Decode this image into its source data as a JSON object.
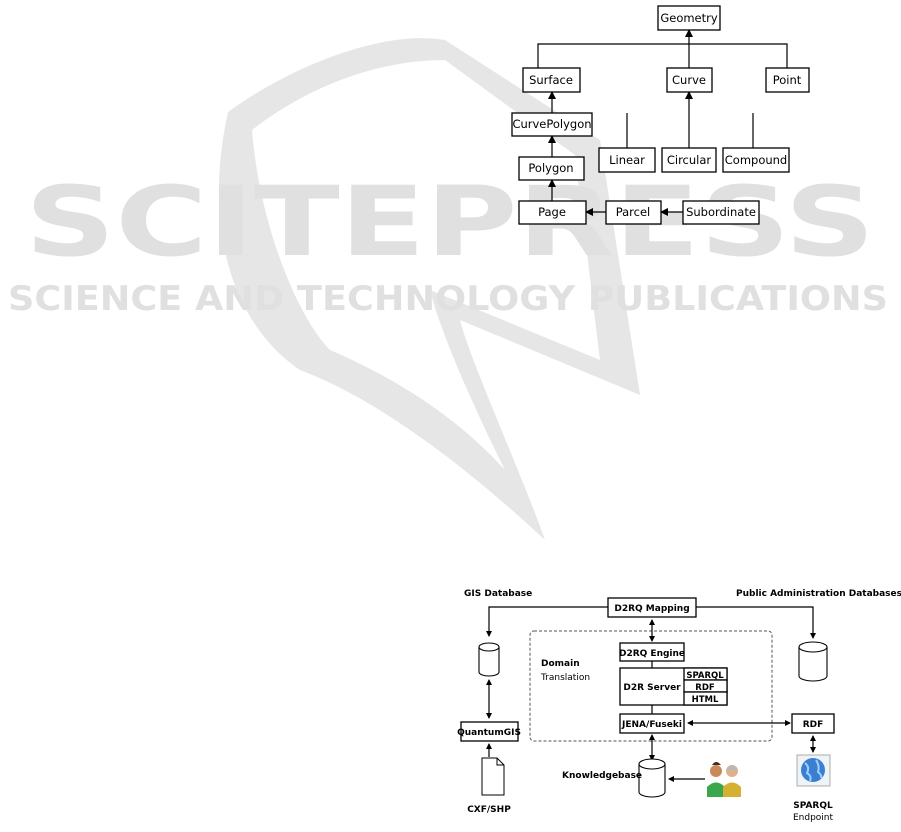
{
  "watermark": {
    "line1": "SCITEPRESS",
    "line2": "SCIENCE AND TECHNOLOGY PUBLICATIONS"
  },
  "class_diagram": {
    "nodes": {
      "geometry": "Geometry",
      "surface": "Surface",
      "curve": "Curve",
      "point": "Point",
      "curvepolygon": "CurvePolygon",
      "linear": "Linear",
      "circular": "Circular",
      "compound": "Compound",
      "polygon": "Polygon",
      "page": "Page",
      "parcel": "Parcel",
      "subordinate": "Subordinate"
    }
  },
  "architecture_diagram": {
    "gis_database": "GIS Database",
    "public_admin": "Public Administration Databases",
    "d2rq_mapping": "D2RQ Mapping",
    "domain": "Domain",
    "translation": "Translation",
    "d2rq_engine": "D2RQ Engine",
    "d2r_server": "D2R Server",
    "outputs": [
      "SPARQL",
      "RDF",
      "HTML"
    ],
    "jena": "JENA/Fuseki",
    "quantumgis": "QuantumGIS",
    "rdf_box": "RDF",
    "knowledgebase": "Knowledgebase",
    "cxf": "CXF/SHP",
    "sparql_endpoint_1": "SPARQL",
    "sparql_endpoint_2": "Endpoint"
  }
}
